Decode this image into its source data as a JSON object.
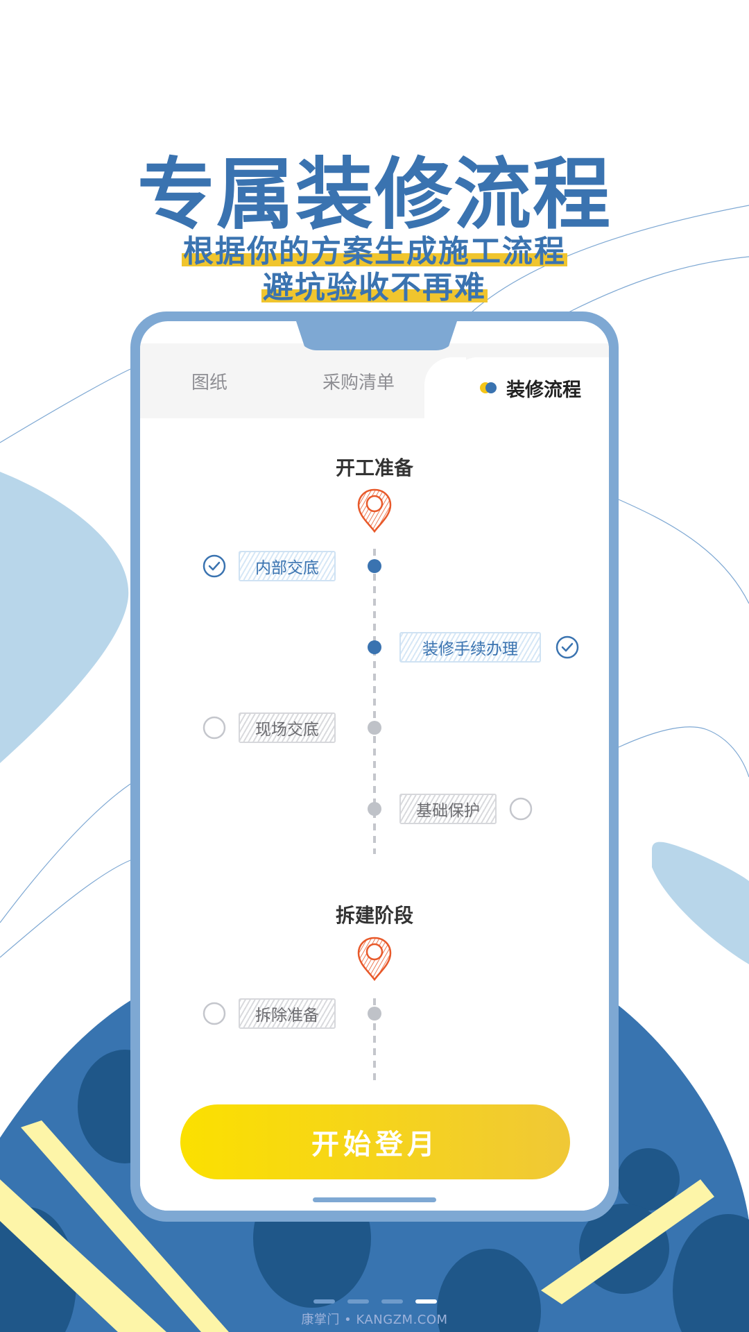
{
  "hero": {
    "title": "专属装修流程",
    "subtitle_line1": "根据你的方案生成施工流程",
    "subtitle_line2": "避坑验收不再难"
  },
  "tabs": [
    {
      "label": "图纸",
      "active": false
    },
    {
      "label": "采购清单",
      "active": false
    },
    {
      "label": "装修流程",
      "active": true
    }
  ],
  "stages": [
    {
      "title": "开工准备",
      "tasks": [
        {
          "label": "内部交底",
          "side": "left",
          "status": "done"
        },
        {
          "label": "装修手续办理",
          "side": "right",
          "status": "done"
        },
        {
          "label": "现场交底",
          "side": "left",
          "status": "todo"
        },
        {
          "label": "基础保护",
          "side": "right",
          "status": "todo"
        }
      ]
    },
    {
      "title": "拆建阶段",
      "tasks": [
        {
          "label": "拆除准备",
          "side": "left",
          "status": "todo"
        }
      ]
    }
  ],
  "cta": {
    "label": "开始登月"
  },
  "pagination": {
    "count": 4,
    "active_index": 3
  },
  "watermark": "康掌门 • KANGZM.COM",
  "colors": {
    "brand_blue": "#3a73b0",
    "phone_frame": "#7ea8d3",
    "light_blue_blob": "#b8d6ea",
    "planet_blue": "#3874b0",
    "crater_blue": "#1f5789",
    "stripe_yellow": "#fdf5a8",
    "highlight_yellow": "#f0c52e",
    "pin_orange": "#e8592a",
    "pending_gray": "#bfc2c8",
    "cta_gradient_start": "#fbe000",
    "cta_gradient_end": "#f0c836"
  }
}
